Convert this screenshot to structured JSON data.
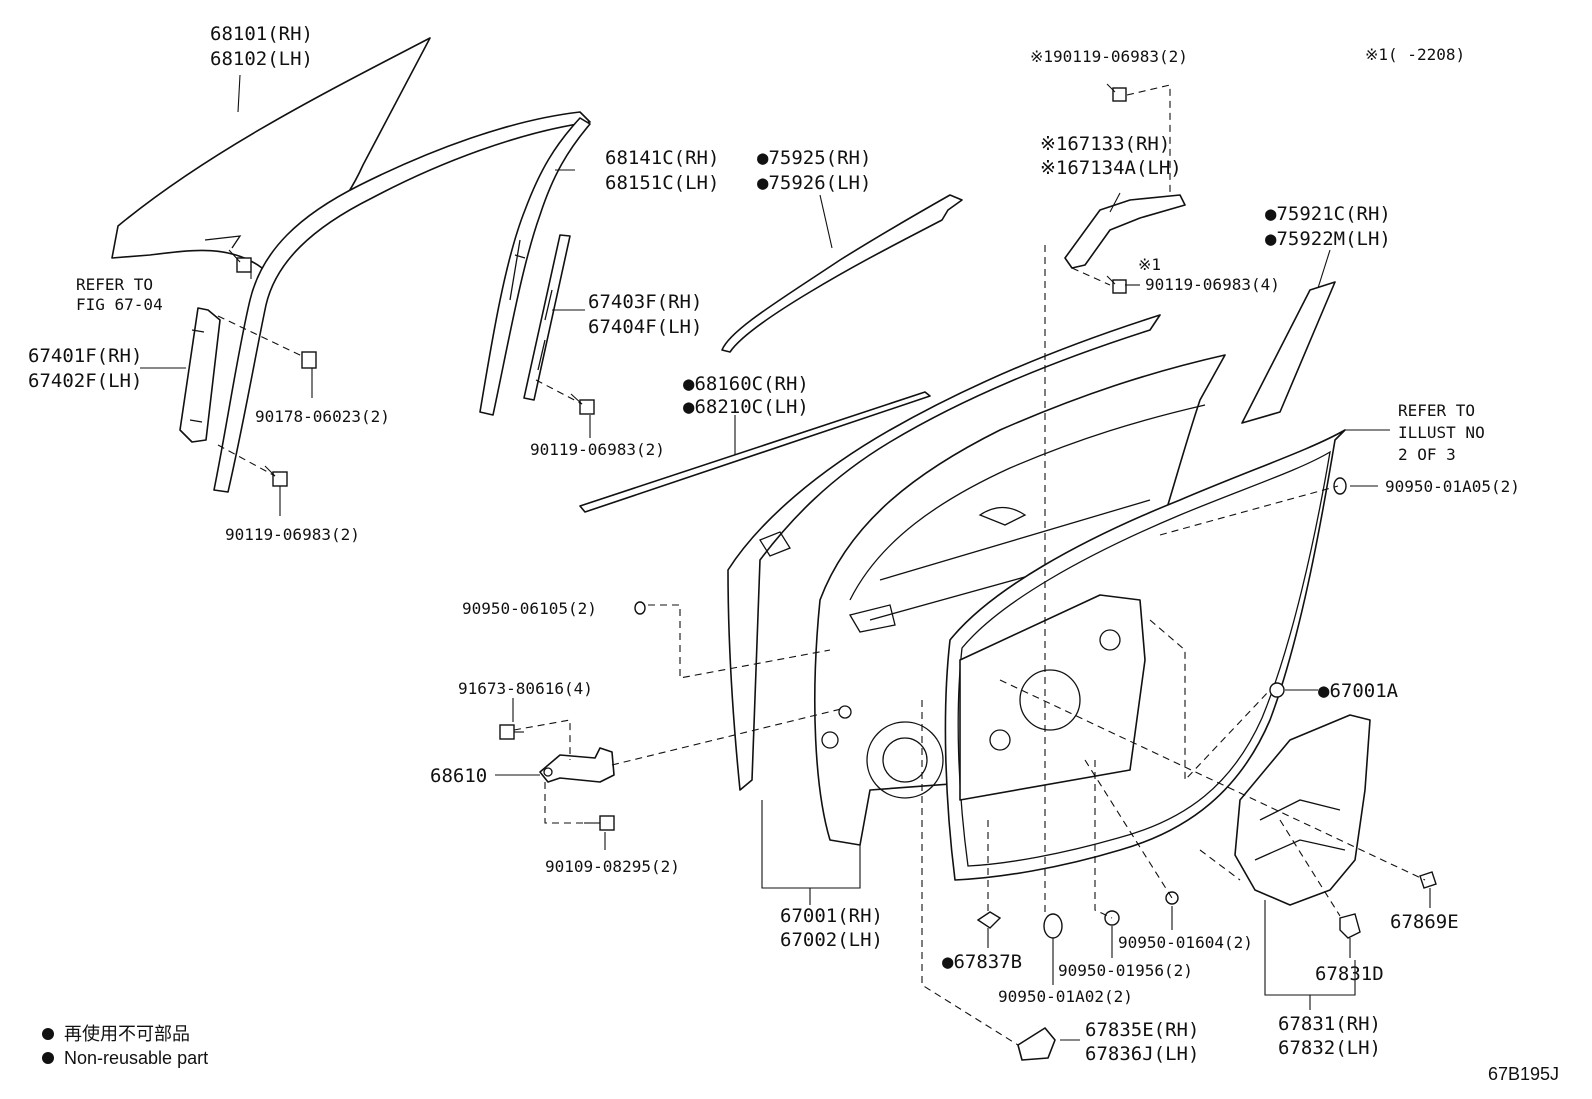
{
  "callouts": {
    "glass": [
      "68101(RH)",
      "68102(LH)"
    ],
    "refer_fig": [
      "REFER TO",
      "FIG 67-04"
    ],
    "run_channel": [
      "68141C(RH)",
      "68151C(LH)"
    ],
    "belt_outer": [
      "●75925(RH)",
      "●75926(LH)"
    ],
    "footnote_ref_bolt": "※190119-06983(2)",
    "footnote_def": "※1(     -2208)",
    "hinge_bracket": [
      "※167133(RH)",
      "※167134A(LH)"
    ],
    "bracket_bolt_mark": "※1",
    "bracket_bolt": "90119-06983(4)",
    "pillar_garnish": [
      "●75921C(RH)",
      "●75922M(LH)"
    ],
    "rear_channel": [
      "67403F(RH)",
      "67404F(LH)"
    ],
    "front_channel": [
      "67401F(RH)",
      "67402F(LH)"
    ],
    "clip_front": "90178-06023(2)",
    "bolt_rear_channel": "90119-06983(2)",
    "belt_inner": [
      "●68160C(RH)",
      "●68210C(LH)"
    ],
    "refer_illust": [
      "REFER TO",
      "ILLUST NO",
      "2 OF 3"
    ],
    "plug_right": "90950-01A05(2)",
    "bolt_front_channel": "90119-06983(2)",
    "plug_left": "90950-06105(2)",
    "seal_sheet": "●67001A",
    "check_bolt": "91673-80616(4)",
    "door_check": "68610",
    "check_screw": "90109-08295(2)",
    "door_panel": [
      "67001(RH)",
      "67002(LH)"
    ],
    "plug_bottom_a": "90950-01604(2)",
    "clip_e": "67869E",
    "clip_b": "●67837B",
    "plug_bottom_b": "90950-01956(2)",
    "clip_d": "67831D",
    "plug_bottom_c": "90950-01A02(2)",
    "handle_cover": [
      "67835E(RH)",
      "67836J(LH)"
    ],
    "service_hole_cover": [
      "67831(RH)",
      "67832(LH)"
    ]
  },
  "legend": {
    "japanese": "再使用不可部品",
    "english": "Non-reusable part"
  },
  "figure_id": "67B195J"
}
